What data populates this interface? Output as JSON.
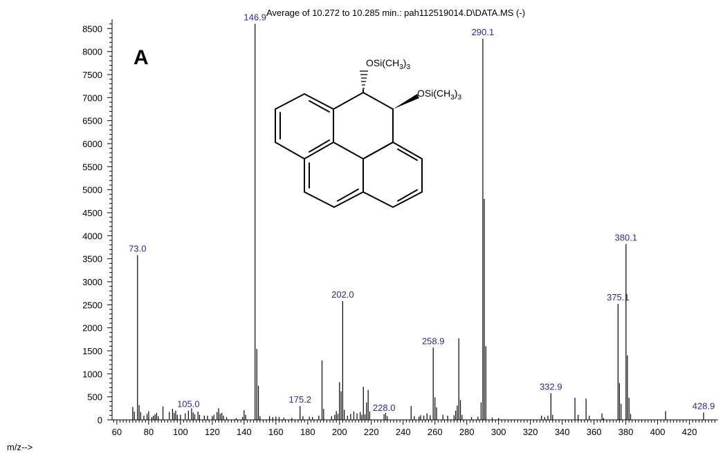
{
  "chart_data": {
    "type": "bar",
    "title": "Average of 10.272 to 10.285 min.: pah112519014.D\\DATA.MS  (-)",
    "panel_label": "A",
    "xlabel": "m/z-->",
    "ylabel": "",
    "xlim": [
      57,
      438
    ],
    "ylim": [
      0,
      8700
    ],
    "x_ticks": [
      60,
      80,
      100,
      120,
      140,
      160,
      180,
      200,
      220,
      240,
      260,
      280,
      300,
      320,
      340,
      360,
      380,
      400,
      420
    ],
    "y_ticks": [
      0,
      500,
      1000,
      1500,
      2000,
      2500,
      3000,
      3500,
      4000,
      4500,
      5000,
      5500,
      6000,
      6500,
      7000,
      7500,
      8000,
      8500
    ],
    "peaks": [
      {
        "x": 70,
        "y": 280
      },
      {
        "x": 71,
        "y": 180
      },
      {
        "x": 73,
        "y": 3580
      },
      {
        "x": 74,
        "y": 320
      },
      {
        "x": 75,
        "y": 170
      },
      {
        "x": 77,
        "y": 90
      },
      {
        "x": 79,
        "y": 130
      },
      {
        "x": 80,
        "y": 190
      },
      {
        "x": 82,
        "y": 60
      },
      {
        "x": 83,
        "y": 90
      },
      {
        "x": 84,
        "y": 120
      },
      {
        "x": 85,
        "y": 150
      },
      {
        "x": 86,
        "y": 80
      },
      {
        "x": 89,
        "y": 290
      },
      {
        "x": 93,
        "y": 170
      },
      {
        "x": 95,
        "y": 240
      },
      {
        "x": 96,
        "y": 150
      },
      {
        "x": 97,
        "y": 200
      },
      {
        "x": 98,
        "y": 110
      },
      {
        "x": 100,
        "y": 110
      },
      {
        "x": 103,
        "y": 140
      },
      {
        "x": 105,
        "y": 200
      },
      {
        "x": 107,
        "y": 250
      },
      {
        "x": 108,
        "y": 160
      },
      {
        "x": 109,
        "y": 120
      },
      {
        "x": 111,
        "y": 180
      },
      {
        "x": 112,
        "y": 110
      },
      {
        "x": 115,
        "y": 90
      },
      {
        "x": 117,
        "y": 90
      },
      {
        "x": 120,
        "y": 80
      },
      {
        "x": 121,
        "y": 110
      },
      {
        "x": 123,
        "y": 170
      },
      {
        "x": 124,
        "y": 250
      },
      {
        "x": 125,
        "y": 130
      },
      {
        "x": 126,
        "y": 150
      },
      {
        "x": 127,
        "y": 90
      },
      {
        "x": 129,
        "y": 60
      },
      {
        "x": 135,
        "y": 40
      },
      {
        "x": 139,
        "y": 60
      },
      {
        "x": 140,
        "y": 210
      },
      {
        "x": 141,
        "y": 110
      },
      {
        "x": 146.9,
        "y": 8600
      },
      {
        "x": 148,
        "y": 1540
      },
      {
        "x": 149,
        "y": 740
      },
      {
        "x": 150,
        "y": 80
      },
      {
        "x": 156,
        "y": 80
      },
      {
        "x": 158,
        "y": 60
      },
      {
        "x": 160,
        "y": 70
      },
      {
        "x": 162,
        "y": 60
      },
      {
        "x": 165,
        "y": 50
      },
      {
        "x": 170,
        "y": 40
      },
      {
        "x": 175.2,
        "y": 300
      },
      {
        "x": 177,
        "y": 80
      },
      {
        "x": 181,
        "y": 70
      },
      {
        "x": 183,
        "y": 60
      },
      {
        "x": 187,
        "y": 90
      },
      {
        "x": 189,
        "y": 1290
      },
      {
        "x": 190,
        "y": 240
      },
      {
        "x": 195,
        "y": 80
      },
      {
        "x": 197,
        "y": 110
      },
      {
        "x": 198,
        "y": 190
      },
      {
        "x": 199,
        "y": 130
      },
      {
        "x": 200,
        "y": 820
      },
      {
        "x": 201,
        "y": 620
      },
      {
        "x": 202,
        "y": 2580
      },
      {
        "x": 203,
        "y": 220
      },
      {
        "x": 205,
        "y": 90
      },
      {
        "x": 207,
        "y": 130
      },
      {
        "x": 209,
        "y": 180
      },
      {
        "x": 211,
        "y": 140
      },
      {
        "x": 213,
        "y": 170
      },
      {
        "x": 214,
        "y": 110
      },
      {
        "x": 215,
        "y": 720
      },
      {
        "x": 216,
        "y": 120
      },
      {
        "x": 217,
        "y": 380
      },
      {
        "x": 218,
        "y": 650
      },
      {
        "x": 219,
        "y": 180
      },
      {
        "x": 228,
        "y": 120
      },
      {
        "x": 229,
        "y": 150
      },
      {
        "x": 230,
        "y": 80
      },
      {
        "x": 245,
        "y": 300
      },
      {
        "x": 247,
        "y": 80
      },
      {
        "x": 250,
        "y": 70
      },
      {
        "x": 251,
        "y": 100
      },
      {
        "x": 253,
        "y": 90
      },
      {
        "x": 255,
        "y": 140
      },
      {
        "x": 257,
        "y": 100
      },
      {
        "x": 258.9,
        "y": 1570
      },
      {
        "x": 260,
        "y": 490
      },
      {
        "x": 261,
        "y": 270
      },
      {
        "x": 265,
        "y": 110
      },
      {
        "x": 268,
        "y": 90
      },
      {
        "x": 272,
        "y": 100
      },
      {
        "x": 273,
        "y": 200
      },
      {
        "x": 274,
        "y": 310
      },
      {
        "x": 275,
        "y": 1770
      },
      {
        "x": 276,
        "y": 430
      },
      {
        "x": 277,
        "y": 110
      },
      {
        "x": 283,
        "y": 60
      },
      {
        "x": 287,
        "y": 70
      },
      {
        "x": 289,
        "y": 380
      },
      {
        "x": 290.1,
        "y": 8280
      },
      {
        "x": 291,
        "y": 4800
      },
      {
        "x": 292,
        "y": 1600
      },
      {
        "x": 296,
        "y": 50
      },
      {
        "x": 300,
        "y": 40
      },
      {
        "x": 327,
        "y": 90
      },
      {
        "x": 329,
        "y": 60
      },
      {
        "x": 331,
        "y": 90
      },
      {
        "x": 332.9,
        "y": 580
      },
      {
        "x": 334,
        "y": 110
      },
      {
        "x": 348,
        "y": 480
      },
      {
        "x": 350,
        "y": 110
      },
      {
        "x": 355,
        "y": 460
      },
      {
        "x": 357,
        "y": 90
      },
      {
        "x": 365,
        "y": 140
      },
      {
        "x": 366,
        "y": 40
      },
      {
        "x": 375.1,
        "y": 2520
      },
      {
        "x": 376,
        "y": 800
      },
      {
        "x": 377,
        "y": 350
      },
      {
        "x": 380.1,
        "y": 3820
      },
      {
        "x": 381,
        "y": 1400
      },
      {
        "x": 382,
        "y": 480
      },
      {
        "x": 383,
        "y": 130
      },
      {
        "x": 405,
        "y": 190
      },
      {
        "x": 428.9,
        "y": 160
      }
    ],
    "peak_labels": [
      {
        "x": 73.0,
        "y": 3580,
        "text": "73.0"
      },
      {
        "x": 105.0,
        "y": 200,
        "text": "105.0"
      },
      {
        "x": 146.9,
        "y": 8600,
        "text": "146.9"
      },
      {
        "x": 175.2,
        "y": 300,
        "text": "175.2"
      },
      {
        "x": 202.0,
        "y": 2580,
        "text": "202.0"
      },
      {
        "x": 228.0,
        "y": 120,
        "text": "228.0"
      },
      {
        "x": 258.9,
        "y": 1570,
        "text": "258.9"
      },
      {
        "x": 290.1,
        "y": 8280,
        "text": "290.1"
      },
      {
        "x": 332.9,
        "y": 580,
        "text": "332.9"
      },
      {
        "x": 375.1,
        "y": 2520,
        "text": "375.1"
      },
      {
        "x": 380.1,
        "y": 3820,
        "text": "380.1"
      },
      {
        "x": 428.9,
        "y": 160,
        "text": "428.9"
      }
    ]
  },
  "structure": {
    "substituent_1": {
      "prefix": "OSi(CH",
      "sub": "3",
      "suffix": ")",
      "sub2": "3"
    },
    "substituent_2": {
      "prefix": "OSi(CH",
      "sub": "3",
      "suffix": ")",
      "sub2": "3"
    }
  }
}
